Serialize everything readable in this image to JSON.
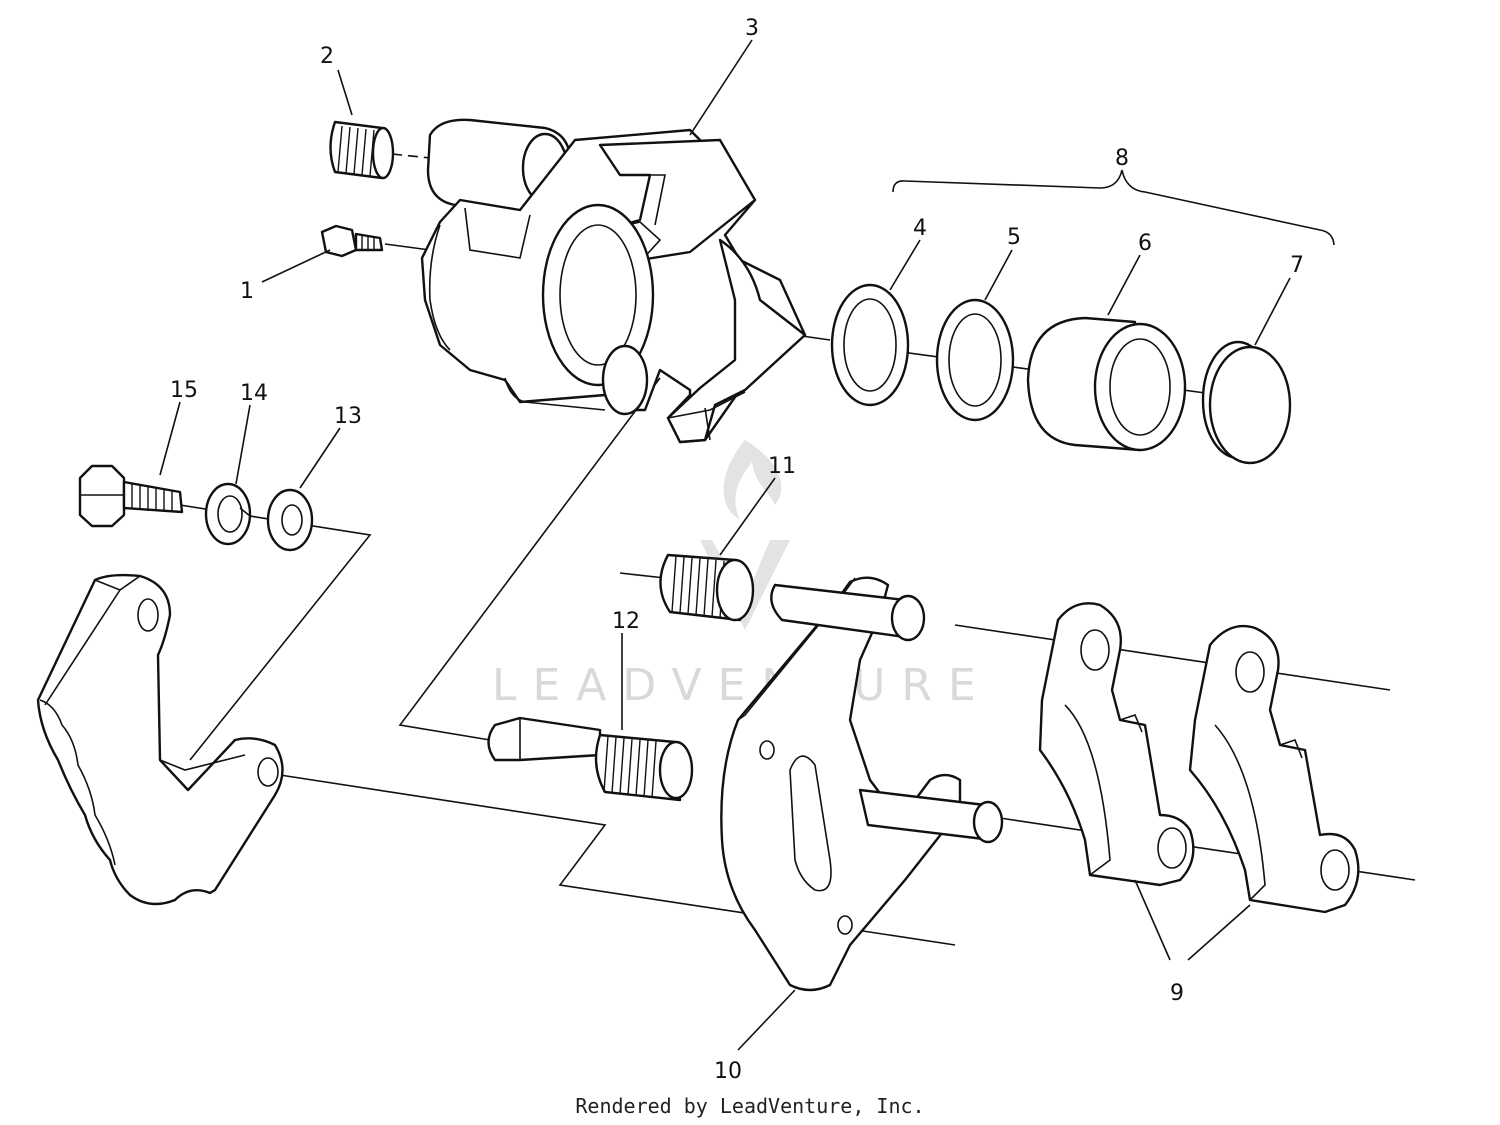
{
  "callouts": {
    "c1": "1",
    "c2": "2",
    "c3": "3",
    "c4": "4",
    "c5": "5",
    "c6": "6",
    "c7": "7",
    "c8": "8",
    "c9": "9",
    "c10": "10",
    "c11": "11",
    "c12": "12",
    "c13": "13",
    "c14": "14",
    "c15": "15"
  },
  "watermark": "LEADVENTURE",
  "footer": "Rendered by LeadVenture, Inc."
}
